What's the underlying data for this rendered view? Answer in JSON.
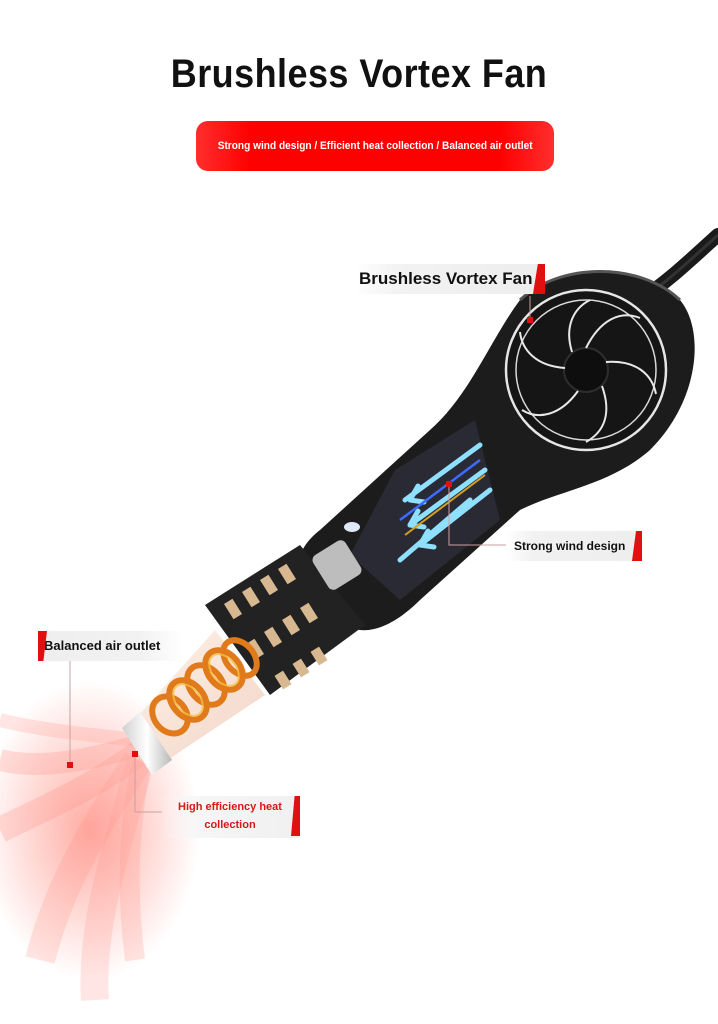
{
  "header": {
    "title": "Brushless Vortex Fan",
    "subtitle": "Strong wind design / Efficient heat collection / Balanced air outlet"
  },
  "callouts": {
    "fan": "Brushless Vortex Fan",
    "wind": "Strong wind design",
    "outlet": "Balanced air outlet",
    "heat_line1": "High efficiency heat",
    "heat_line2": "collection"
  },
  "colors": {
    "accent": "#ff0000",
    "body": "#1a1a1a",
    "airflow": "#7fd6f0",
    "coil": "#e07a1a"
  }
}
